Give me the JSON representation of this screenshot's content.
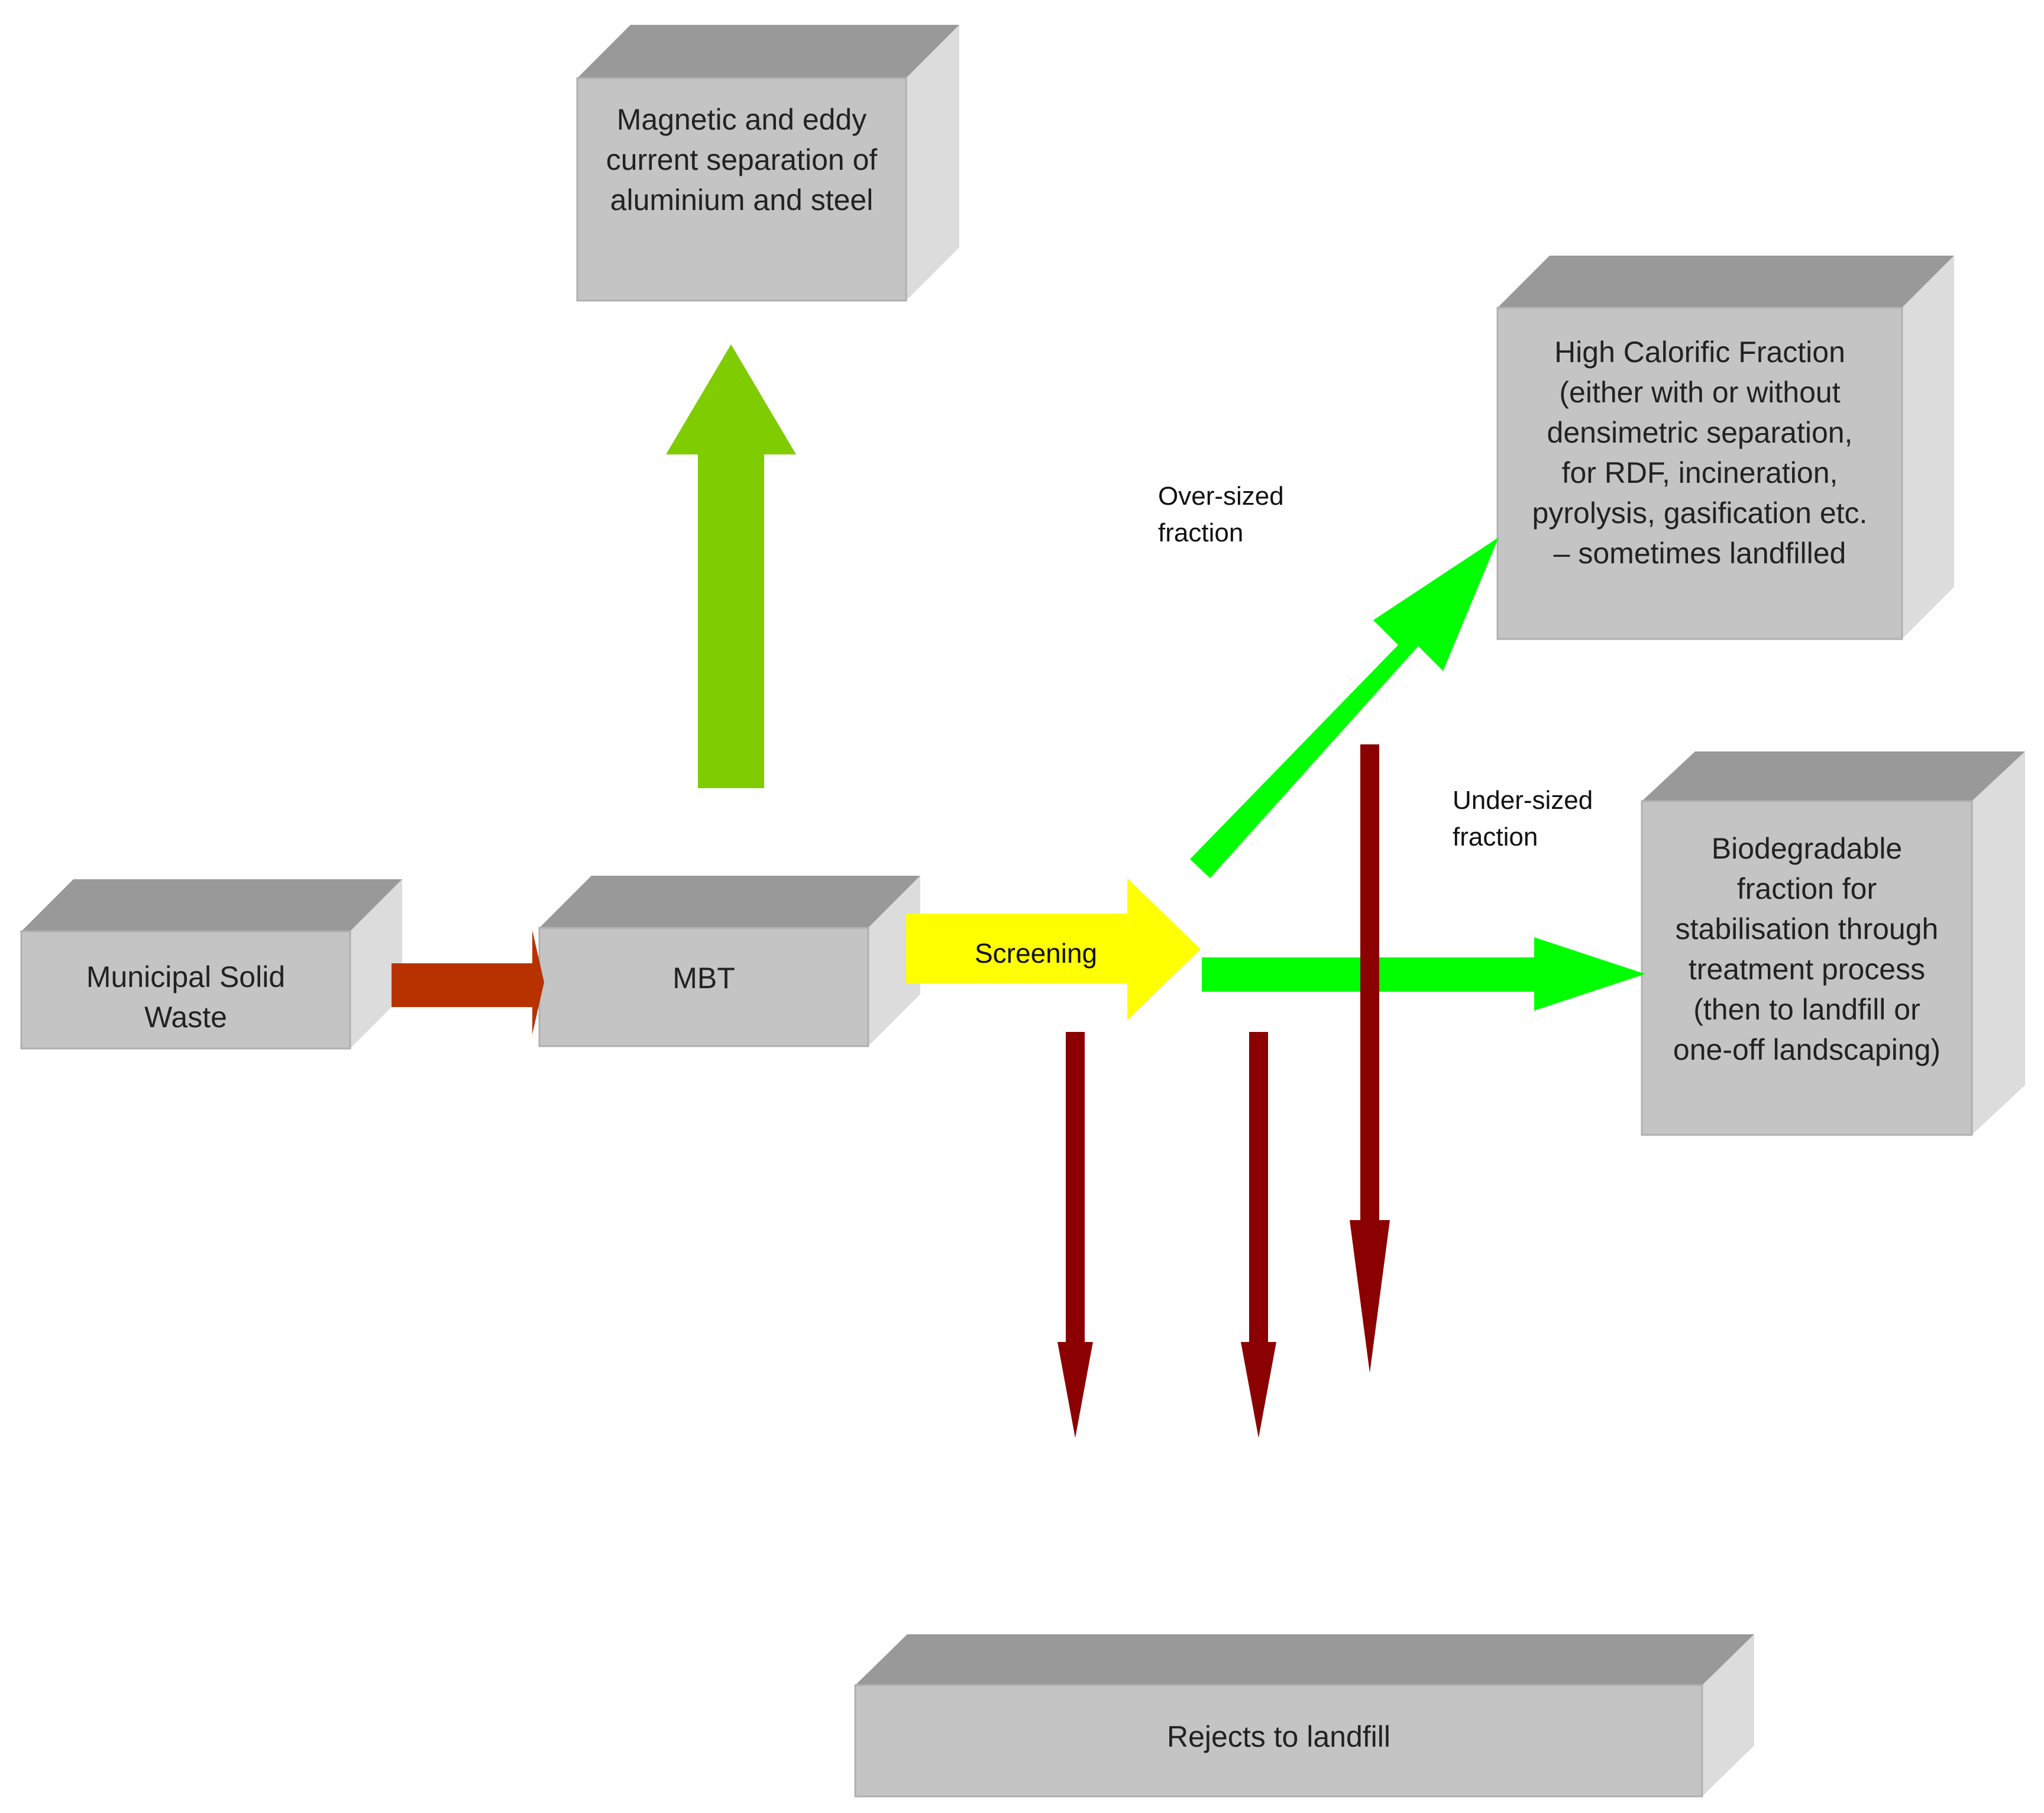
{
  "boxes": {
    "magnetic": "Magnetic and eddy\ncurrent separation of\naluminium and steel",
    "high_calorific": "High Calorific Fraction\n(either with or without\ndensimetric separation,\nfor RDF, incineration,\npyrolysis, gasification etc.\n– sometimes landfilled",
    "msw": "Municipal Solid\nWaste",
    "mbt": "MBT",
    "biodegradable": "Biodegradable\nfraction for\nstabilisation through\ntreatment process\n(then to landfill or\none-off landscaping)",
    "rejects": "Rejects to landfill"
  },
  "labels": {
    "screening": "Screening",
    "oversized": "Over-sized\nfraction",
    "undersized": "Under-sized\nfraction"
  },
  "colors": {
    "box_front": "#c4c4c4",
    "box_top": "#999999",
    "box_side": "#dcdcdc",
    "arrow_msw": "#b83200",
    "arrow_screening": "#ffff00",
    "arrow_up": "#7fcc00",
    "arrow_green": "#00ff00",
    "arrow_reject": "#8b0000"
  }
}
